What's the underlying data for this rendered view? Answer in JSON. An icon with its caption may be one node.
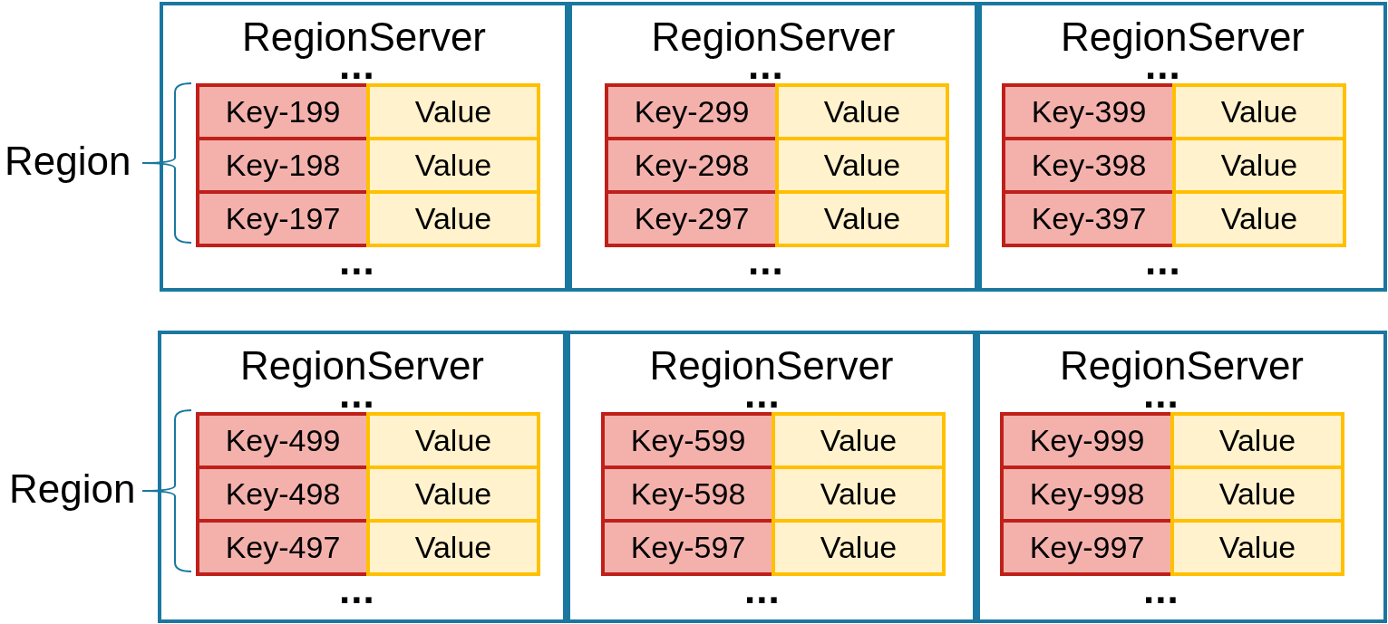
{
  "diagram": {
    "nodes": [
      {
        "text": [
          "RegionServer",
          "...",
          "..."
        ]
      },
      {
        "text": [
          "Key-199"
        ],
        "in": 0
      },
      {
        "text": [
          "Value"
        ],
        "in": 0
      },
      {
        "text": [
          "Key-198"
        ],
        "in": 0
      },
      {
        "text": [
          "Value"
        ],
        "in": 0
      },
      {
        "text": [
          "Key-197"
        ],
        "in": 0
      },
      {
        "text": [
          "Value"
        ],
        "in": 0
      },
      {
        "text": [
          "RegionServer",
          "...",
          "..."
        ]
      },
      {
        "text": [
          "Key-299"
        ],
        "in": 7
      },
      {
        "text": [
          "Value"
        ],
        "in": 7
      },
      {
        "text": [
          "Key-298"
        ],
        "in": 7
      },
      {
        "text": [
          "Value"
        ],
        "in": 7
      },
      {
        "text": [
          "Key-297"
        ],
        "in": 7
      },
      {
        "text": [
          "Value"
        ],
        "in": 7
      },
      {
        "text": [
          "RegionServer",
          "...",
          "..."
        ]
      },
      {
        "text": [
          "Key-399"
        ],
        "in": 14
      },
      {
        "text": [
          "Value"
        ],
        "in": 14
      },
      {
        "text": [
          "Key-398"
        ],
        "in": 14
      },
      {
        "text": [
          "Value"
        ],
        "in": 14
      },
      {
        "text": [
          "Key-397"
        ],
        "in": 14
      },
      {
        "text": [
          "Value"
        ],
        "in": 14
      },
      {
        "text": [
          "RegionServer",
          "...",
          "..."
        ]
      },
      {
        "text": [
          "Key-499"
        ],
        "in": 21
      },
      {
        "text": [
          "Value"
        ],
        "in": 21
      },
      {
        "text": [
          "Key-498"
        ],
        "in": 21
      },
      {
        "text": [
          "Value"
        ],
        "in": 21
      },
      {
        "text": [
          "Key-497"
        ],
        "in": 21
      },
      {
        "text": [
          "Value"
        ],
        "in": 21
      },
      {
        "text": [
          "RegionServer",
          "...",
          "..."
        ]
      },
      {
        "text": [
          "Key-599"
        ],
        "in": 28
      },
      {
        "text": [
          "Value"
        ],
        "in": 28
      },
      {
        "text": [
          "Key-598"
        ],
        "in": 28
      },
      {
        "text": [
          "Value"
        ],
        "in": 28
      },
      {
        "text": [
          "Key-597"
        ],
        "in": 28
      },
      {
        "text": [
          "Value"
        ],
        "in": 28
      },
      {
        "text": [
          "RegionServer",
          "...",
          "..."
        ]
      },
      {
        "text": [
          "Key-999"
        ],
        "in": 35
      },
      {
        "text": [
          "Value"
        ],
        "in": 35
      },
      {
        "text": [
          "Key-998"
        ],
        "in": 35
      },
      {
        "text": [
          "Value"
        ],
        "in": 35
      },
      {
        "text": [
          "Key-997"
        ],
        "in": 35
      },
      {
        "text": [
          "Value"
        ],
        "in": 35
      }
    ],
    "labels": [
      "Region",
      "Region"
    ]
  }
}
